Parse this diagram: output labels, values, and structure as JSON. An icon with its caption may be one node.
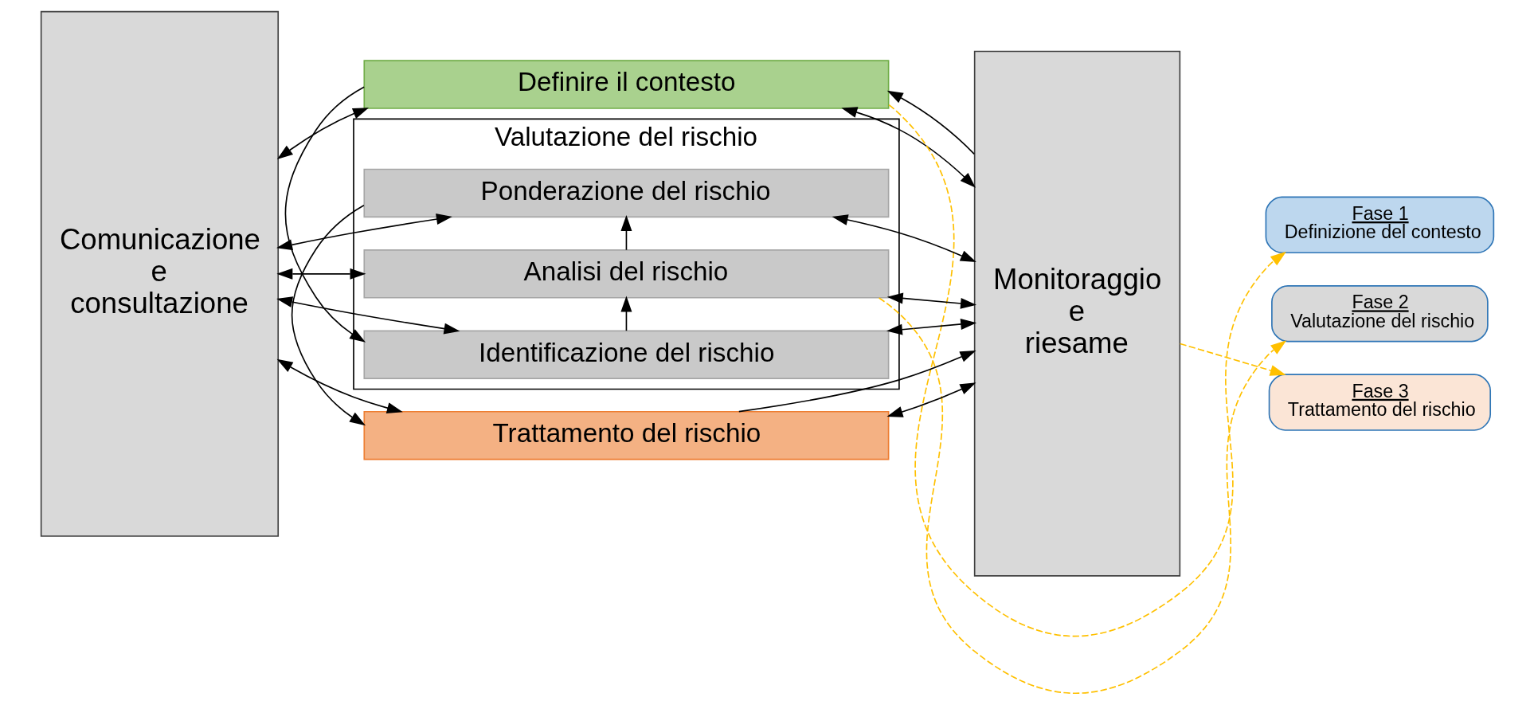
{
  "diagram": {
    "nodes": [
      {
        "text": [
          "Comunicazione e consultazione"
        ]
      },
      {
        "text": [
          "Definire il contesto"
        ]
      },
      {
        "text": [
          "Valutazione del rischio"
        ]
      },
      {
        "text": [
          "Identificazione del rischio"
        ],
        "in": 2
      },
      {
        "text": [
          "Analisi del rischio"
        ],
        "in": 2
      },
      {
        "text": [
          "Ponderazione del rischio"
        ],
        "in": 2
      },
      {
        "text": [
          "Trattamento del rischio"
        ]
      },
      {
        "text": [
          "Monitoraggio e riesame"
        ]
      },
      {
        "text": [
          "Fase 1",
          "Definizione del contesto"
        ]
      },
      {
        "text": [
          "Fase 2",
          "Valutazione del rischio"
        ]
      },
      {
        "text": [
          "Fase 3",
          "Trattamento del rischio"
        ]
      }
    ],
    "edges": [
      {
        "from": 0,
        "to": 1,
        "arrow": "both"
      },
      {
        "from": 0,
        "to": 3,
        "arrow": "both"
      },
      {
        "from": 0,
        "to": 4,
        "arrow": "both"
      },
      {
        "from": 0,
        "to": 5,
        "arrow": "both"
      },
      {
        "from": 0,
        "to": 6,
        "arrow": "both"
      },
      {
        "from": 1,
        "to": 7,
        "arrow": "both"
      },
      {
        "from": 3,
        "to": 7,
        "arrow": "both"
      },
      {
        "from": 4,
        "to": 7,
        "arrow": "both"
      },
      {
        "from": 5,
        "to": 7,
        "arrow": "both"
      },
      {
        "from": 6,
        "to": 7,
        "arrow": "both"
      },
      {
        "from": 1,
        "to": 3,
        "arrow": "to"
      },
      {
        "from": 3,
        "to": 4,
        "arrow": "to"
      },
      {
        "from": 4,
        "to": 5,
        "arrow": "to"
      },
      {
        "from": 5,
        "to": 6,
        "arrow": "to"
      },
      {
        "from": 7,
        "to": 1,
        "arrow": "to"
      },
      {
        "from": 6,
        "to": 7,
        "arrow": "to"
      },
      {
        "from": 1,
        "to": 8,
        "arrow": "to",
        "style": "dashed",
        "color": "#ffc000"
      },
      {
        "from": 4,
        "to": 9,
        "arrow": "to",
        "style": "dashed",
        "color": "#ffc000"
      },
      {
        "from": 7,
        "to": 10,
        "arrow": "to",
        "style": "dashed",
        "color": "#ffc000"
      }
    ]
  }
}
